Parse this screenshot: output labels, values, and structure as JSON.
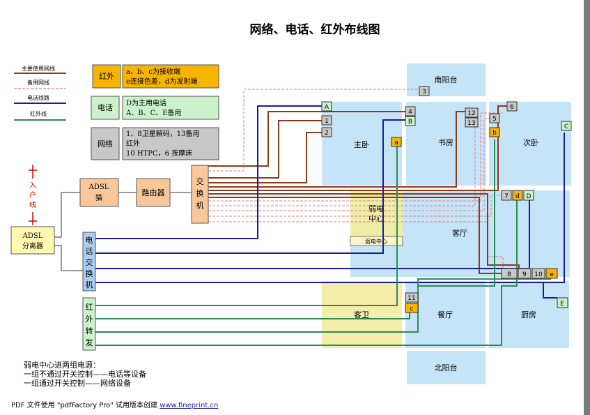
{
  "title": "网络、电话、红外布线图",
  "legend": {
    "items": [
      {
        "label": "主要使用网线",
        "color": "#8b3a1a",
        "dash": false
      },
      {
        "label": "备用网线",
        "color": "#e08080",
        "dash": true
      },
      {
        "label": "电话线路",
        "color": "#1a1aa0",
        "dash": false
      },
      {
        "label": "红外线",
        "color": "#2e8b57",
        "dash": false
      }
    ]
  },
  "key_boxes": {
    "ir_label": "红外",
    "ir_desc_1": "a、b、c为接收端",
    "ir_desc_2": "e连接色差，d为发射端",
    "phone_label": "电话",
    "phone_desc_1": "D为主用电话",
    "phone_desc_2": "A、B、C、E备用",
    "net_label": "网络",
    "net_desc_1": "1、8卫星解码，13备用",
    "net_desc_2": "红外",
    "net_desc_3": "10 HTPC，6 按摩床"
  },
  "devices": {
    "entry": "入户线",
    "splitter_1": "ADSL",
    "splitter_2": "分离器",
    "modem_1": "ADSL",
    "modem_2": "猫",
    "router": "路由器",
    "switch": [
      "交",
      "换",
      "机"
    ],
    "phone_switch": [
      "电",
      "话",
      "交",
      "换",
      "机"
    ],
    "ir_repeater": [
      "红",
      "外",
      "转",
      "发"
    ]
  },
  "rooms": {
    "south_balcony": "南阳台",
    "master_bedroom": "主卧",
    "study": "书房",
    "second_bedroom": "次卧",
    "living_room": "客厅",
    "guest_bath": "客卫",
    "dining_room": "餐厅",
    "kitchen": "厨房",
    "north_balcony": "北阳台",
    "central_box_1": "弱电",
    "central_box_2": "中心",
    "weak_center": "弱电中心"
  },
  "ports": {
    "A": "A",
    "B": "B",
    "C": "C",
    "D": "D",
    "E": "E",
    "p1": "1",
    "p2": "2",
    "p3": "3",
    "p4": "4",
    "p5": "5",
    "p6": "6",
    "p7": "7",
    "p8": "8",
    "p9": "9",
    "p10": "10",
    "p11": "11",
    "p12": "12",
    "p13": "13",
    "a": "a",
    "b": "b",
    "c": "c",
    "d": "d",
    "e": "e"
  },
  "note": {
    "line1": "弱电中心进两组电源：",
    "line2": "一组不通过开关控制——电话等设备",
    "line3": "一组通过开关控制——网络设备"
  },
  "footer": {
    "text": "PDF 文件使用 \"pdfFactory Pro\" 试用版本创建 ",
    "link": "www.fineprint.cn"
  },
  "colors": {
    "net": "#8b3a1a",
    "backup": "#e08080",
    "phone": "#1a1aa0",
    "ir": "#2e8b57",
    "room": "#c6e4f7",
    "orange": "#f9c79a",
    "yellow": "#f7b500",
    "green": "#ccf2cc",
    "grey": "#c8c8c8"
  }
}
